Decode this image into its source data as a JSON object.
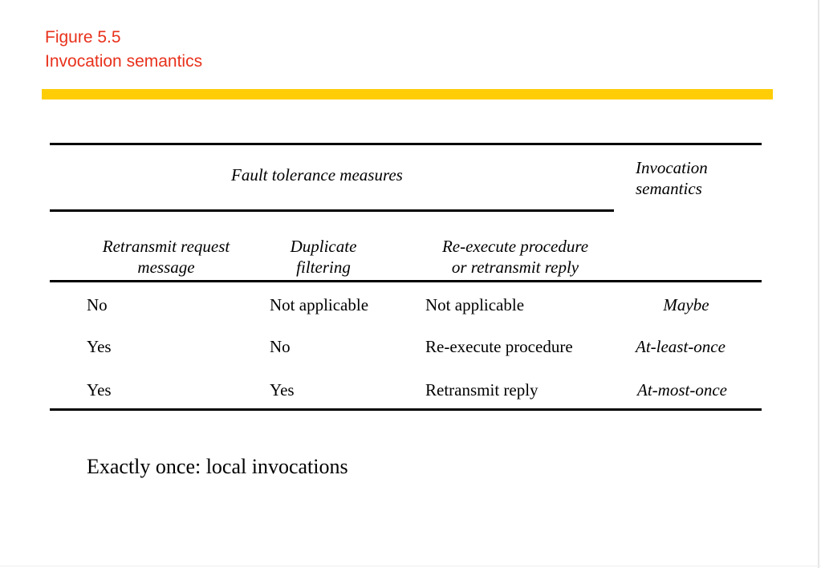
{
  "figure": {
    "label": "Figure 5.5",
    "title": "Invocation semantics"
  },
  "colors": {
    "title": "#e8311c",
    "accent_bar": "#fecd06"
  },
  "table": {
    "group_header": "Fault tolerance measures",
    "semantics_header": [
      "Invocation",
      "semantics"
    ],
    "columns": [
      [
        "Retransmit request",
        "message"
      ],
      [
        "Duplicate",
        "filtering"
      ],
      [
        "Re-execute procedure",
        "or retransmit reply"
      ]
    ],
    "rows": [
      {
        "retransmit": "No",
        "filtering": "Not applicable",
        "reexecute": "Not applicable",
        "semantics": "Maybe"
      },
      {
        "retransmit": "Yes",
        "filtering": "No",
        "reexecute": "Re-execute procedure",
        "semantics": "At-least-once"
      },
      {
        "retransmit": "Yes",
        "filtering": "Yes",
        "reexecute": "Retransmit reply",
        "semantics": "At-most-once"
      }
    ]
  },
  "footnote": "Exactly once: local invocations"
}
